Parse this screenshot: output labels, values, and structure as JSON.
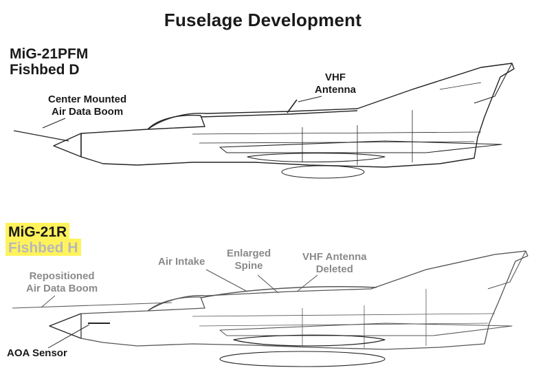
{
  "title": "Fuselage Development",
  "upper": {
    "variant_line1": "MiG-21PFM",
    "variant_line2": "Fishbed D",
    "callouts": {
      "boom_line1": "Center Mounted",
      "boom_line2": "Air Data Boom",
      "vhf_line1": "VHF",
      "vhf_line2": "Antenna"
    }
  },
  "lower": {
    "variant_line1": "MiG-21R",
    "variant_line2": "Fishbed H",
    "highlight_color": "#fff35c",
    "callouts": {
      "boom_line1": "Repositioned",
      "boom_line2": "Air Data Boom",
      "intake": "Air Intake",
      "spine_line1": "Enlarged",
      "spine_line2": "Spine",
      "vhf_line1": "VHF Antenna",
      "vhf_line2": "Deleted",
      "aoa": "AOA Sensor"
    }
  }
}
